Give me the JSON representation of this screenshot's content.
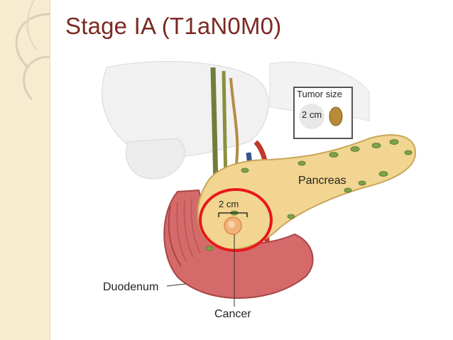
{
  "slide": {
    "title": "Stage IA (T1aN0M0)"
  },
  "figure": {
    "tumor_size_label": "Tumor size",
    "tumor_size_value": "2 cm",
    "lesion_size_label": "2 cm",
    "labels": {
      "pancreas": "Pancreas",
      "duodenum": "Duodenum",
      "cancer": "Cancer"
    }
  },
  "colors": {
    "title": "#7b2a22",
    "band": "#f6ecd0",
    "highlight_circle": "#e8181b",
    "pancreas": "#f1d590",
    "duodenum": "#d46a6a",
    "lymph_node": "#7ea14b"
  }
}
